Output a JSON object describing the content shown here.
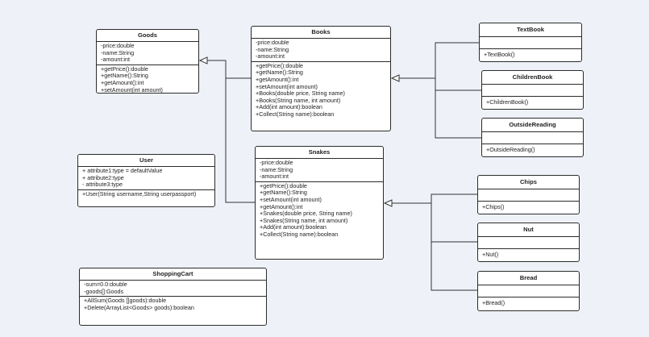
{
  "classes": {
    "goods": {
      "name": "Goods",
      "attributes": [
        "-price:double",
        "-name:String",
        "-amount:int"
      ],
      "methods": [
        "+getPrice():double",
        "+getName():String",
        "+getAmount():int",
        "+setAmount(int amount)"
      ]
    },
    "books": {
      "name": "Books",
      "attributes": [
        "-price:double",
        "-name:String",
        "-amount:int"
      ],
      "methods": [
        "+getPrice():double",
        "+getName():String",
        "+getAmount():int",
        "+setAmount(int amount)",
        "+Books(double price, String name)",
        "+Books(String name, int amount)",
        "+Add(int amount):boolean",
        "+Collect(String name):boolean"
      ]
    },
    "textbook": {
      "name": "TextBook",
      "attributes": [],
      "methods": [
        "+TextBook()"
      ]
    },
    "childrenbook": {
      "name": "ChildrenBook",
      "attributes": [],
      "methods": [
        "+ChildrenBook()"
      ]
    },
    "outsidereading": {
      "name": "OutsideReading",
      "attributes": [],
      "methods": [
        "+OutsideReading()"
      ]
    },
    "user": {
      "name": "User",
      "attributes": [
        "+ attribute1:type = defaultValue",
        "+ attribute2:type",
        "- attribute3:type"
      ],
      "methods": [
        "+User(String username,String userpassport)"
      ]
    },
    "snakes": {
      "name": "Snakes",
      "attributes": [
        "-price:double",
        "-name:String",
        "-amount:int"
      ],
      "methods": [
        "+getPrice():double",
        "+getName():String",
        "+setAmount(int amount)",
        "+getAmount():int",
        "+Snakes(double price, String name)",
        "+Snakes(String name, int amount)",
        "+Add(int amount):boolean",
        "+Collect(String name):boolean"
      ]
    },
    "chips": {
      "name": "Chips",
      "attributes": [],
      "methods": [
        "+Chips()"
      ]
    },
    "nut": {
      "name": "Nut",
      "attributes": [],
      "methods": [
        "+Nut()"
      ]
    },
    "bread": {
      "name": "Bread",
      "attributes": [],
      "methods": [
        "+Bread()"
      ]
    },
    "shoppingcart": {
      "name": "ShoppingCart",
      "attributes": [
        "-sum=0.0:double",
        "-goods[]:Goods"
      ],
      "methods": [
        "+AllSum(Goods []goods):double",
        "+Delete(ArrayList<Goods> goods):boolean"
      ]
    }
  },
  "relations": [
    {
      "type": "generalization",
      "from": "books",
      "to": "goods"
    },
    {
      "type": "generalization",
      "from": "snakes",
      "to": "goods"
    },
    {
      "type": "generalization",
      "from": "textbook",
      "to": "books"
    },
    {
      "type": "generalization",
      "from": "childrenbook",
      "to": "books"
    },
    {
      "type": "generalization",
      "from": "outsidereading",
      "to": "books"
    },
    {
      "type": "generalization",
      "from": "chips",
      "to": "snakes"
    },
    {
      "type": "generalization",
      "from": "nut",
      "to": "snakes"
    },
    {
      "type": "generalization",
      "from": "bread",
      "to": "snakes"
    }
  ],
  "colors": {
    "background": "#eef2f8",
    "box_fill": "#ffffff",
    "border": "#2b2b2b"
  }
}
